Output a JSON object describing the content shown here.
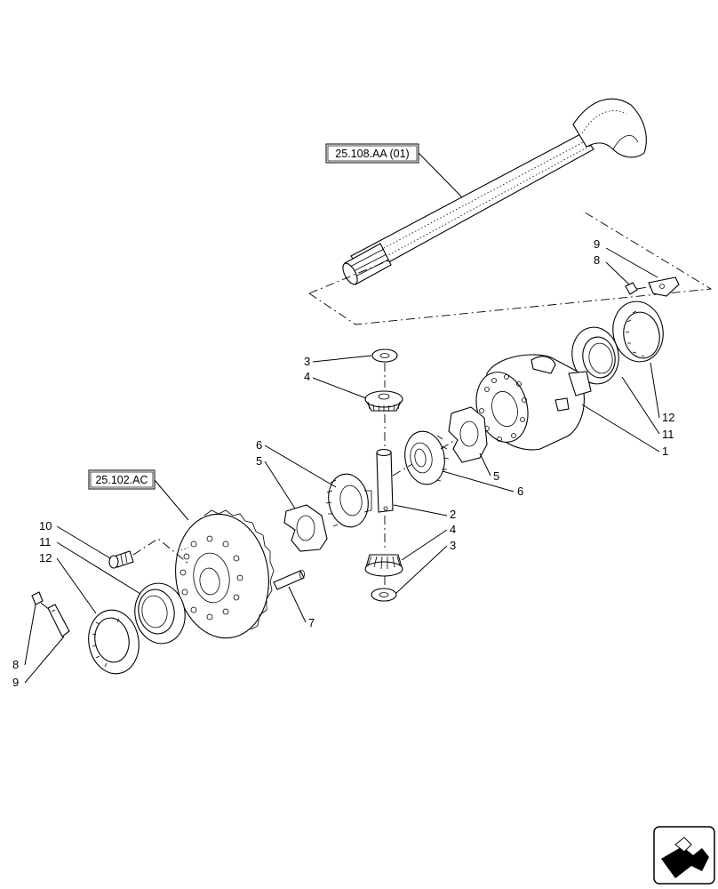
{
  "references": {
    "axle_shaft": "25.108.AA (01)",
    "ring_gear": "25.102.AC"
  },
  "callouts": {
    "c1": "1",
    "c2": "2",
    "c3_top": "3",
    "c3_bottom": "3",
    "c4_top": "4",
    "c4_bottom": "4",
    "c5_left": "5",
    "c5_right": "5",
    "c6_left": "6",
    "c6_right": "6",
    "c7": "7",
    "c8_right": "8",
    "c8_left": "8",
    "c9_right": "9",
    "c9_left": "9",
    "c10": "10",
    "c11_left": "11",
    "c11_right": "11",
    "c12_left": "12",
    "c12_right": "12"
  },
  "icons": {
    "nav": "next-page-arrow-icon"
  }
}
